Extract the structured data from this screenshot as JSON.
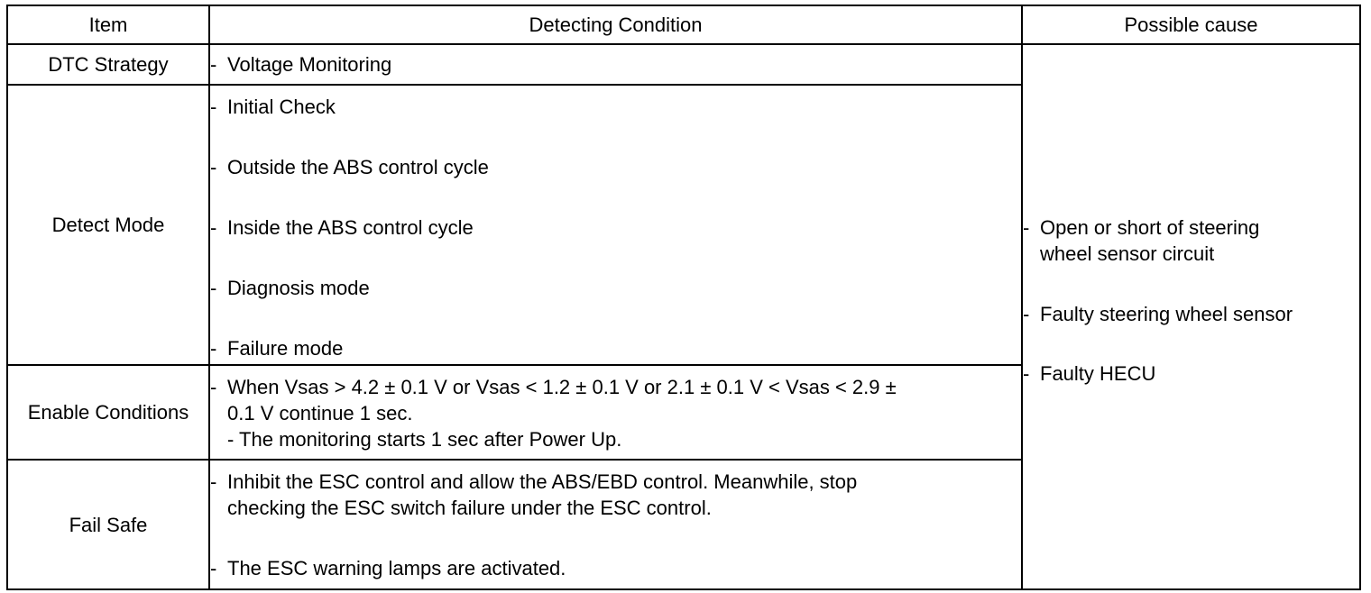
{
  "headers": {
    "item": "Item",
    "condition": "Detecting Condition",
    "cause": "Possible cause"
  },
  "rows": {
    "dtc_strategy": {
      "item": "DTC Strategy",
      "condition": "Voltage Monitoring"
    },
    "detect_mode": {
      "item": "Detect Mode",
      "conditions": [
        "Initial Check",
        "Outside the ABS control cycle",
        "Inside the ABS control cycle",
        "Diagnosis mode",
        "Failure mode"
      ]
    },
    "enable_conditions": {
      "item": "Enable Conditions",
      "line1": "When Vsas > 4.2 ± 0.1 V or Vsas < 1.2 ± 0.1 V or 2.1 ± 0.1 V < Vsas < 2.9 ±",
      "line2": "0.1 V continue 1 sec.",
      "sub": "- The monitoring starts 1 sec after Power Up."
    },
    "fail_safe": {
      "item": "Fail Safe",
      "line1": "Inhibit the ESC control and allow the ABS/EBD control. Meanwhile, stop",
      "line2": "checking the ESC switch failure under the ESC control.",
      "line3": "The ESC warning lamps are activated."
    }
  },
  "possible_causes": {
    "cause1_line1": "Open or short of steering",
    "cause1_line2": "wheel sensor circuit",
    "cause2": "Faulty steering wheel sensor",
    "cause3": "Faulty HECU"
  },
  "dash": "-"
}
